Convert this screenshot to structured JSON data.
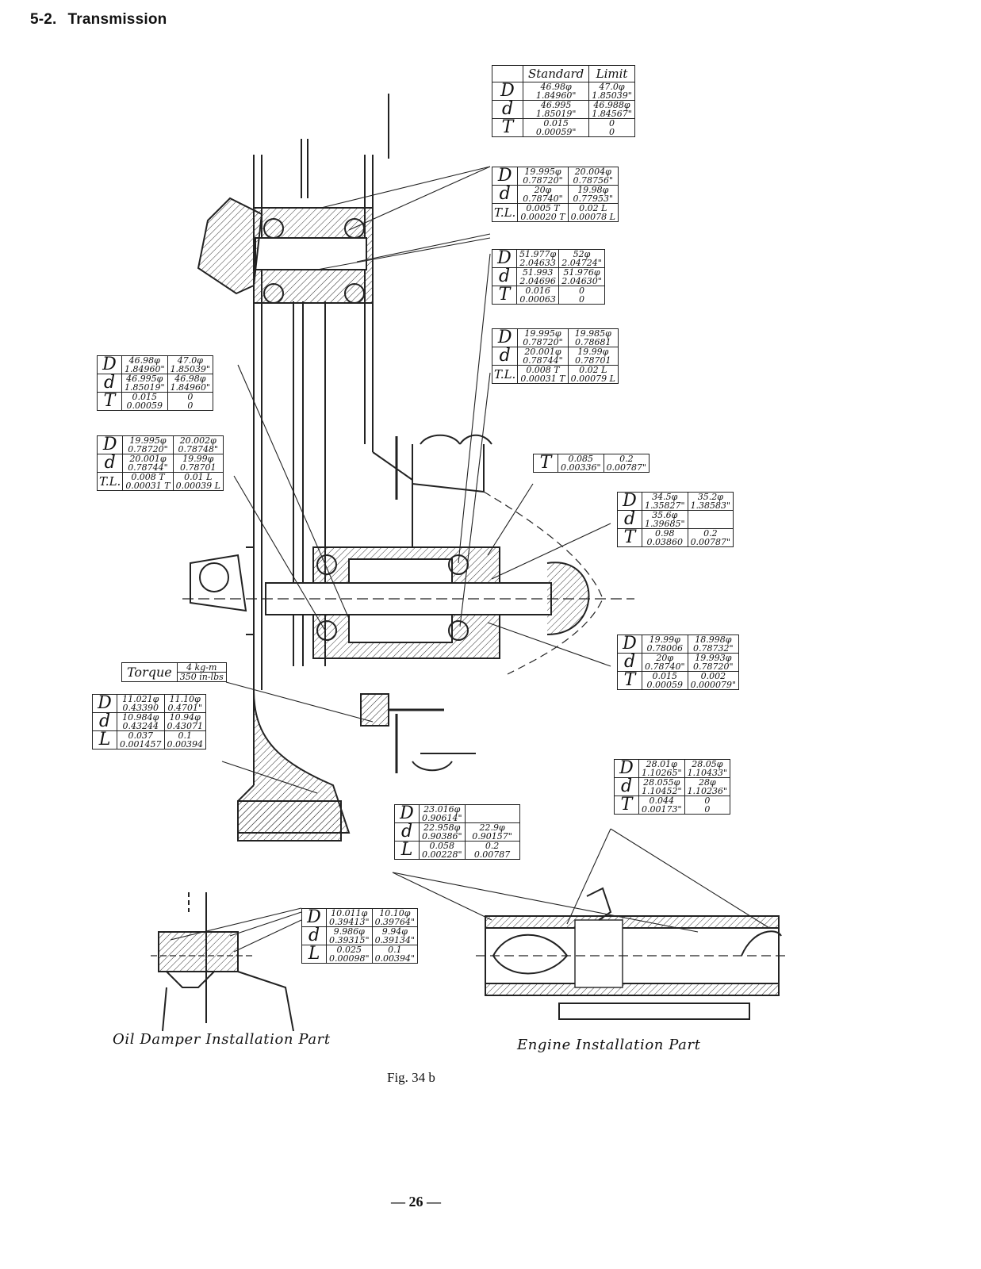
{
  "header": {
    "section_number": "5-2.",
    "section_title": "Transmission"
  },
  "tables": {
    "t1": {
      "headers": [
        "Standard",
        "Limit"
      ],
      "rows": [
        {
          "sym": "D",
          "std": [
            "46.98φ",
            "1.84960\""
          ],
          "lim": [
            "47.0φ",
            "1.85039\""
          ]
        },
        {
          "sym": "d",
          "std": [
            "46.995",
            "1.85019\""
          ],
          "lim": [
            "46.988φ",
            "1.84567\""
          ]
        },
        {
          "sym": "T",
          "std": [
            "0.015",
            "0.00059\""
          ],
          "lim": [
            "0",
            "0"
          ]
        }
      ]
    },
    "t2": {
      "rows": [
        {
          "sym": "D",
          "std": [
            "19.995φ",
            "0.78720\""
          ],
          "lim": [
            "20.004φ",
            "0.78756\""
          ]
        },
        {
          "sym": "d",
          "std": [
            "20φ",
            "0.78740\""
          ],
          "lim": [
            "19.98φ",
            "0.77953\""
          ]
        },
        {
          "sym": "T.L.",
          "std": [
            "0.005 T",
            "0.00020 T"
          ],
          "lim": [
            "0.02 L",
            "0.00078 L"
          ]
        }
      ]
    },
    "t3": {
      "rows": [
        {
          "sym": "D",
          "std": [
            "51.977φ",
            "2.04633"
          ],
          "lim": [
            "52φ",
            "2.04724\""
          ]
        },
        {
          "sym": "d",
          "std": [
            "51.993",
            "2.04696"
          ],
          "lim": [
            "51.976φ",
            "2.04630\""
          ]
        },
        {
          "sym": "T",
          "std": [
            "0.016",
            "0.00063"
          ],
          "lim": [
            "0",
            "0"
          ]
        }
      ]
    },
    "t4": {
      "rows": [
        {
          "sym": "D",
          "std": [
            "19.995φ",
            "0.78720\""
          ],
          "lim": [
            "19.985φ",
            "0.78681"
          ]
        },
        {
          "sym": "d",
          "std": [
            "20.001φ",
            "0.78744\""
          ],
          "lim": [
            "19.99φ",
            "0.78701"
          ]
        },
        {
          "sym": "T.L.",
          "std": [
            "0.008 T",
            "0.00031 T"
          ],
          "lim": [
            "0.02 L",
            "0.00079 L"
          ]
        }
      ]
    },
    "t5": {
      "rows": [
        {
          "sym": "D",
          "std": [
            "46.98φ",
            "1.84960\""
          ],
          "lim": [
            "47.0φ",
            "1.85039\""
          ]
        },
        {
          "sym": "d",
          "std": [
            "46.995φ",
            "1.85019\""
          ],
          "lim": [
            "46.98φ",
            "1.84960\""
          ]
        },
        {
          "sym": "T",
          "std": [
            "0.015",
            "0.00059"
          ],
          "lim": [
            "0",
            "0"
          ]
        }
      ]
    },
    "t6": {
      "rows": [
        {
          "sym": "D",
          "std": [
            "19.995φ",
            "0.78720\""
          ],
          "lim": [
            "20.002φ",
            "0.78748\""
          ]
        },
        {
          "sym": "d",
          "std": [
            "20.001φ",
            "0.78744\""
          ],
          "lim": [
            "19.99φ",
            "0.78701"
          ]
        },
        {
          "sym": "T.L.",
          "std": [
            "0.008 T",
            "0.00031 T"
          ],
          "lim": [
            "0.01 L",
            "0.00039 L"
          ]
        }
      ]
    },
    "t7": {
      "rows": [
        {
          "sym": "T",
          "std": [
            "0.085",
            "0.00336\""
          ],
          "lim": [
            "0.2",
            "0.00787\""
          ]
        }
      ]
    },
    "t8": {
      "rows": [
        {
          "sym": "D",
          "std": [
            "34.5φ",
            "1.35827\""
          ],
          "lim": [
            "35.2φ",
            "1.38583\""
          ]
        },
        {
          "sym": "d",
          "std": [
            "35.6φ",
            "1.39685\""
          ],
          "lim": [
            "",
            ""
          ]
        },
        {
          "sym": "T",
          "std": [
            "0.98",
            "0.03860"
          ],
          "lim": [
            "0.2",
            "0.00787\""
          ]
        }
      ]
    },
    "t9": {
      "rows": [
        {
          "sym": "D",
          "std": [
            "19.99φ",
            "0.78006"
          ],
          "lim": [
            "18.998φ",
            "0.78732\""
          ]
        },
        {
          "sym": "d",
          "std": [
            "20φ",
            "0.78740\""
          ],
          "lim": [
            "19.993φ",
            "0.78720\""
          ]
        },
        {
          "sym": "T",
          "std": [
            "0.015",
            "0.00059"
          ],
          "lim": [
            "0.002",
            "0.000079\""
          ]
        }
      ]
    },
    "t10": {
      "rows": [
        {
          "sym": "D",
          "std": [
            "11.021φ",
            "0.43390"
          ],
          "lim": [
            "11.10φ",
            "0.4701\""
          ]
        },
        {
          "sym": "d",
          "std": [
            "10.984φ",
            "0.43244"
          ],
          "lim": [
            "10.94φ",
            "0.43071"
          ]
        },
        {
          "sym": "L",
          "std": [
            "0.037",
            "0.001457"
          ],
          "lim": [
            "0.1",
            "0.00394"
          ]
        }
      ]
    },
    "t11": {
      "rows": [
        {
          "sym": "D",
          "std": [
            "28.01φ",
            "1.10265\""
          ],
          "lim": [
            "28.05φ",
            "1.10433\""
          ]
        },
        {
          "sym": "d",
          "std": [
            "28.055φ",
            "1.10452\""
          ],
          "lim": [
            "28φ",
            "1.10236\""
          ]
        },
        {
          "sym": "T",
          "std": [
            "0.044",
            "0.00173\""
          ],
          "lim": [
            "0",
            "0"
          ]
        }
      ]
    },
    "t12": {
      "rows": [
        {
          "sym": "D",
          "std": [
            "23.016φ",
            "0.90614\""
          ],
          "lim": [
            "",
            ""
          ]
        },
        {
          "sym": "d",
          "std": [
            "22.958φ",
            "0.90386\""
          ],
          "lim": [
            "22.9φ",
            "0.90157\""
          ]
        },
        {
          "sym": "L",
          "std": [
            "0.058",
            "0.00228\""
          ],
          "lim": [
            "0.2",
            "0.00787"
          ]
        }
      ]
    },
    "t13": {
      "rows": [
        {
          "sym": "D",
          "std": [
            "10.011φ",
            "0.39413\""
          ],
          "lim": [
            "10.10φ",
            "0.39764\""
          ]
        },
        {
          "sym": "d",
          "std": [
            "9.986φ",
            "0.39315\""
          ],
          "lim": [
            "9.94φ",
            "0.39134\""
          ]
        },
        {
          "sym": "L",
          "std": [
            "0.025",
            "0.00098\""
          ],
          "lim": [
            "0.1",
            "0.00394\""
          ]
        }
      ]
    }
  },
  "torque": {
    "label": "Torque",
    "value_metric": "4 kg-m",
    "value_imperial": "350 in-lbs"
  },
  "captions": {
    "damper": "Oil Damper Installation Part",
    "engine": "Engine Installation Part",
    "figure": "Fig.   34 b"
  },
  "footer": {
    "page_number": "— 26 —"
  }
}
